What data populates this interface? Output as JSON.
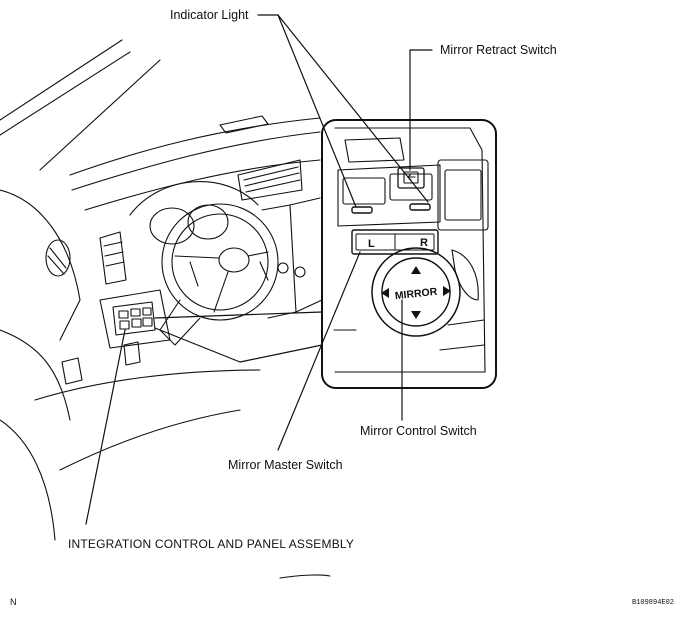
{
  "labels": {
    "indicator_light": "Indicator Light",
    "mirror_retract_switch": "Mirror Retract Switch",
    "mirror_control_switch": "Mirror Control Switch",
    "mirror_master_switch": "Mirror Master Switch",
    "integration_control": "INTEGRATION CONTROL  AND PANEL ASSEMBLY"
  },
  "switch_text": {
    "left": "L",
    "right": "R",
    "mirror": "MIRROR"
  },
  "footer": {
    "left_code": "N",
    "figure_id": "B109894E02"
  },
  "colors": {
    "line": "#111111",
    "background": "#ffffff"
  }
}
